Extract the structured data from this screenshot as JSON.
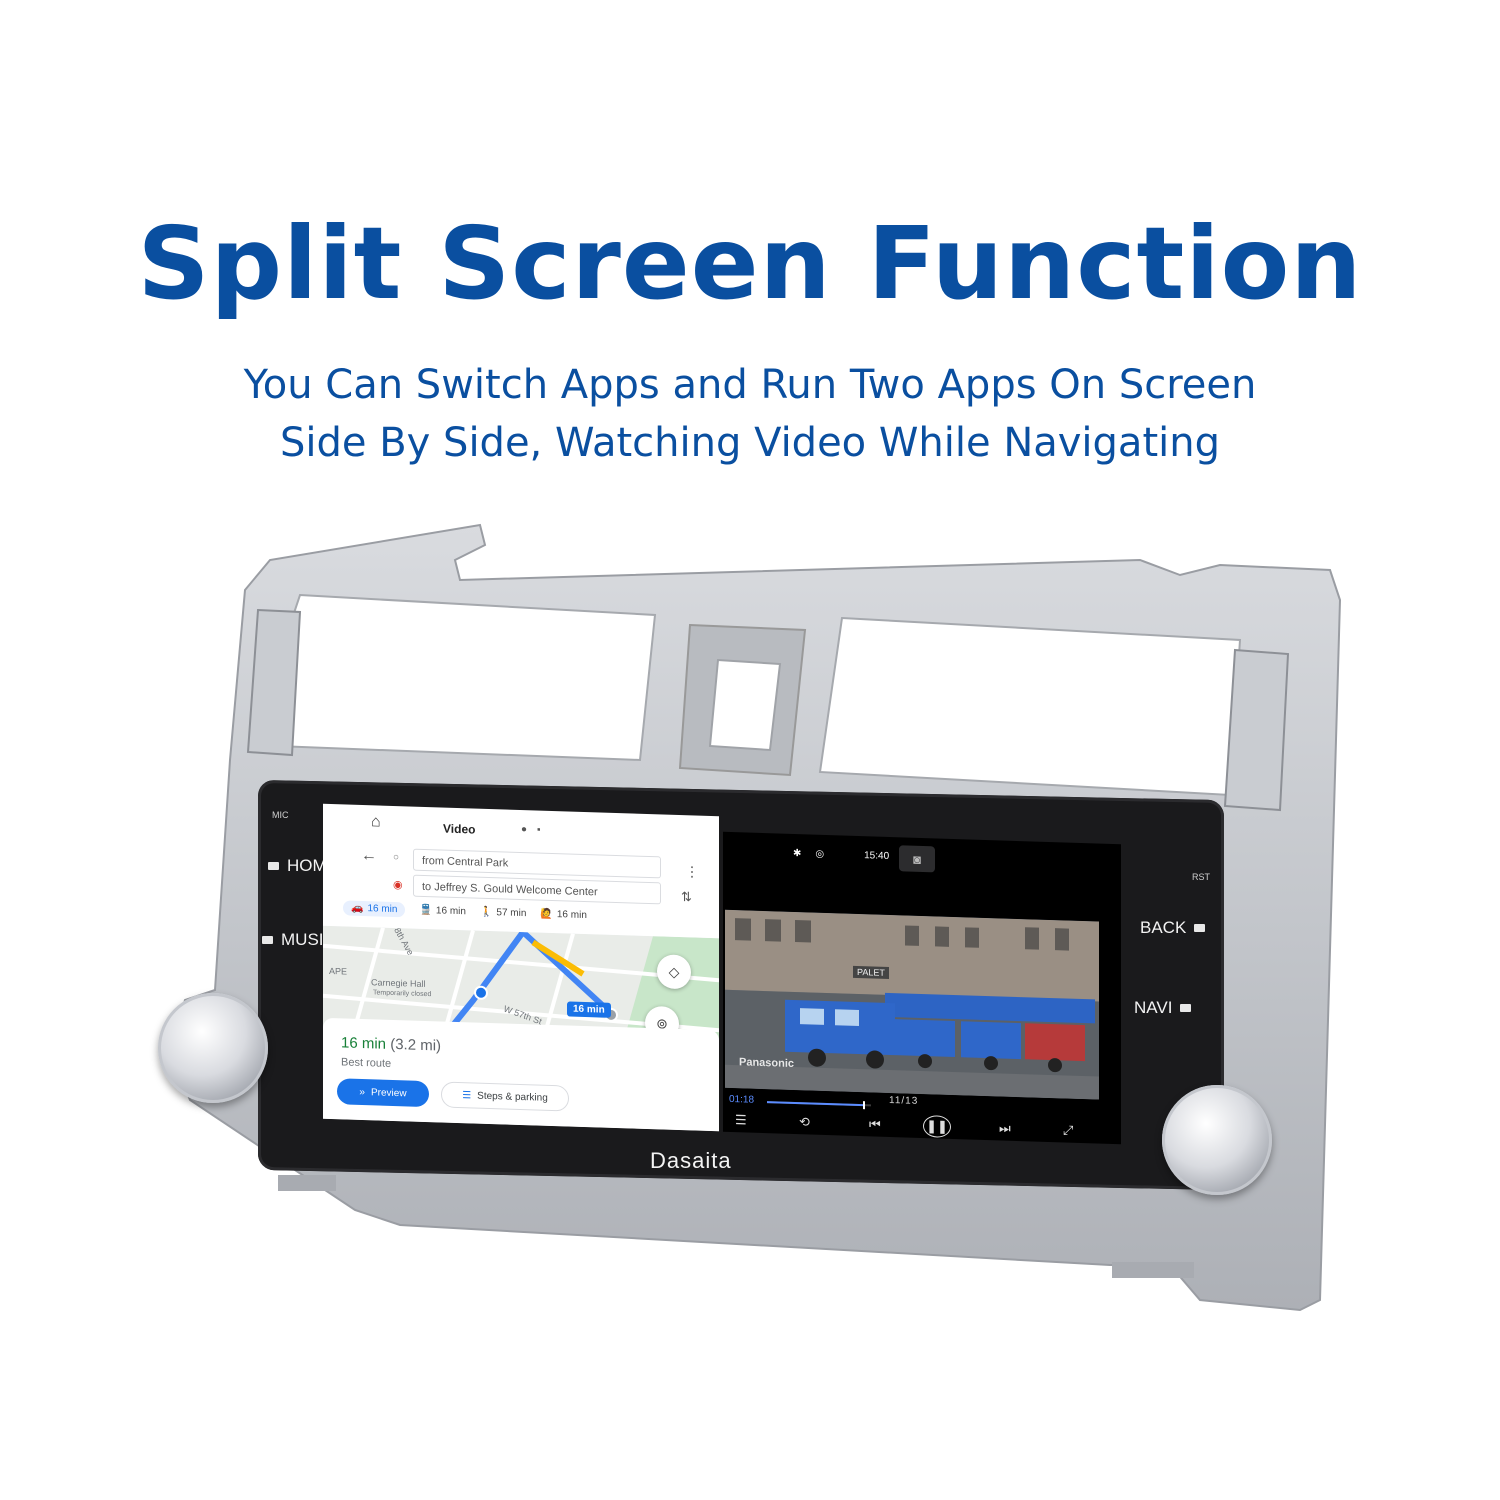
{
  "headline": "Split Screen Function",
  "subtitle_line1": "You Can Switch Apps and Run Two Apps On Screen",
  "subtitle_line2": "Side By Side, Watching Video While Navigating",
  "device": {
    "brand": "Dasaita",
    "mic_label": "MIC",
    "rst_label": "RST",
    "buttons": {
      "home": "HOME",
      "music": "MUSIC",
      "back": "BACK",
      "navi": "NAVI"
    },
    "frame_color": "#c6c9ce"
  },
  "maps": {
    "top_title": "Video",
    "from": "from Central Park",
    "to": "to Jeffrey S. Gould Welcome Center",
    "modes": [
      {
        "icon": "car-icon",
        "glyph": "🚗",
        "time": "16 min",
        "active": true
      },
      {
        "icon": "transit-icon",
        "glyph": "🚆",
        "time": "16 min",
        "active": false
      },
      {
        "icon": "walk-icon",
        "glyph": "🚶",
        "time": "57 min",
        "active": false
      },
      {
        "icon": "rideshare-icon",
        "glyph": "🙋",
        "time": "16 min",
        "active": false
      }
    ],
    "map_labels": {
      "carnegie": "Carnegie Hall",
      "carnegie_sub": "Temporarily closed",
      "street1": "W 57th St",
      "street2": "8th Ave",
      "ape": "APE"
    },
    "eta_badge": "16 min",
    "eta_time": "16 min",
    "eta_distance": "(3.2 mi)",
    "best_route": "Best route",
    "preview_label": "Preview",
    "steps_label": "Steps & parking",
    "accent_color": "#1a73e8"
  },
  "video": {
    "clock": "15:40",
    "elapsed": "01:18",
    "track": "11/13",
    "progress": 0.92,
    "overlay_text": "Panasonic",
    "sign_text": "PALET"
  }
}
